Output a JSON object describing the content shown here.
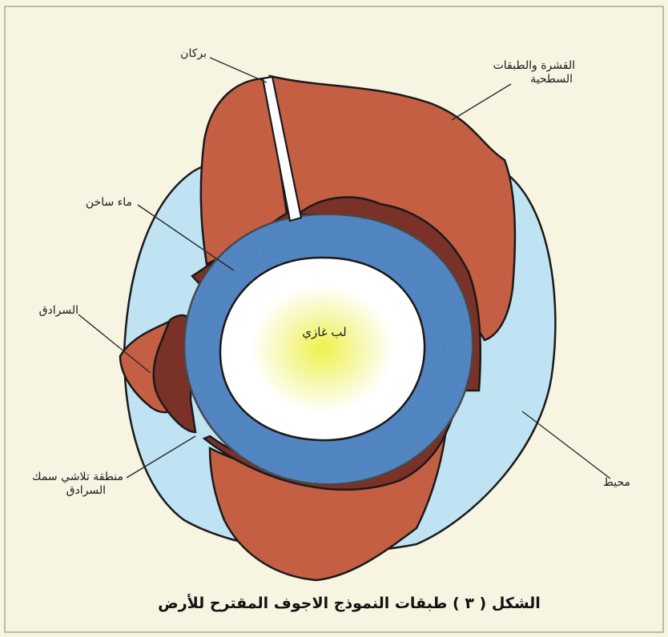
{
  "labels": {
    "volcano": "بركان",
    "crust_line1": "القشرة والطبقات",
    "crust_line2": "السطحية",
    "hot_water": "ماء ساخن",
    "mantle": "السرادق",
    "thinning_line1": "منطقة تلاشي سمك",
    "thinning_line2": "السرادق",
    "ocean": "محيط",
    "core": "لب غازي"
  },
  "caption": "الشكل ( ٣ ) طبقات النموذج الاجوف المقترح للأرض",
  "colors": {
    "background": "#f8f4e2",
    "ocean": "#bfe3f3",
    "crust": "#c45f44",
    "mantle": "#7a3128",
    "hot_water_ring": "#2f7cc2",
    "core_white": "#ffffff",
    "core_glow": "#eef24a",
    "outline": "#1a1a1a"
  }
}
